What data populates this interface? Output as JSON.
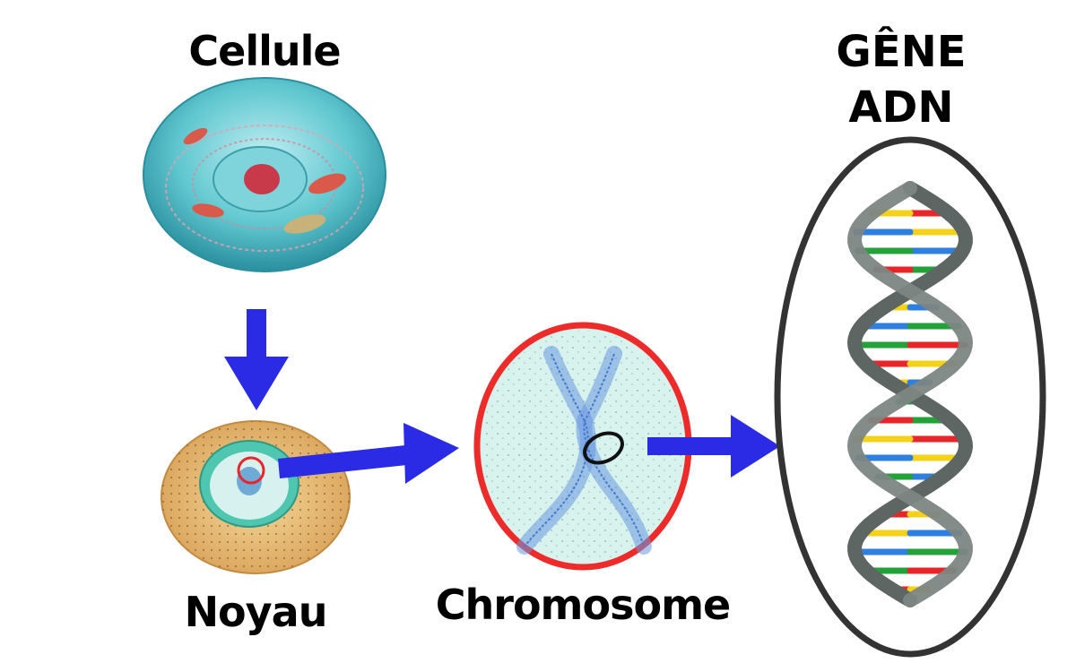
{
  "labels": {
    "cell": "Cellule",
    "gene": "GÊNE",
    "dna": "ADN",
    "nucleus": "Noyau",
    "chromosome": "Chromosome"
  },
  "colors": {
    "arrow": "#2b2be6",
    "chromosome_outline": "#ee2b2b",
    "dna_outline": "#333333",
    "cell_membrane": "#5fc7cf",
    "nucleus_outer": "#e8b967",
    "nucleus_inner": "#4fc6b0",
    "dna_backbone": "#5d6663",
    "base_pairs": [
      "#e8262a",
      "#f4d21a",
      "#2f7fe0",
      "#23a23a"
    ]
  }
}
